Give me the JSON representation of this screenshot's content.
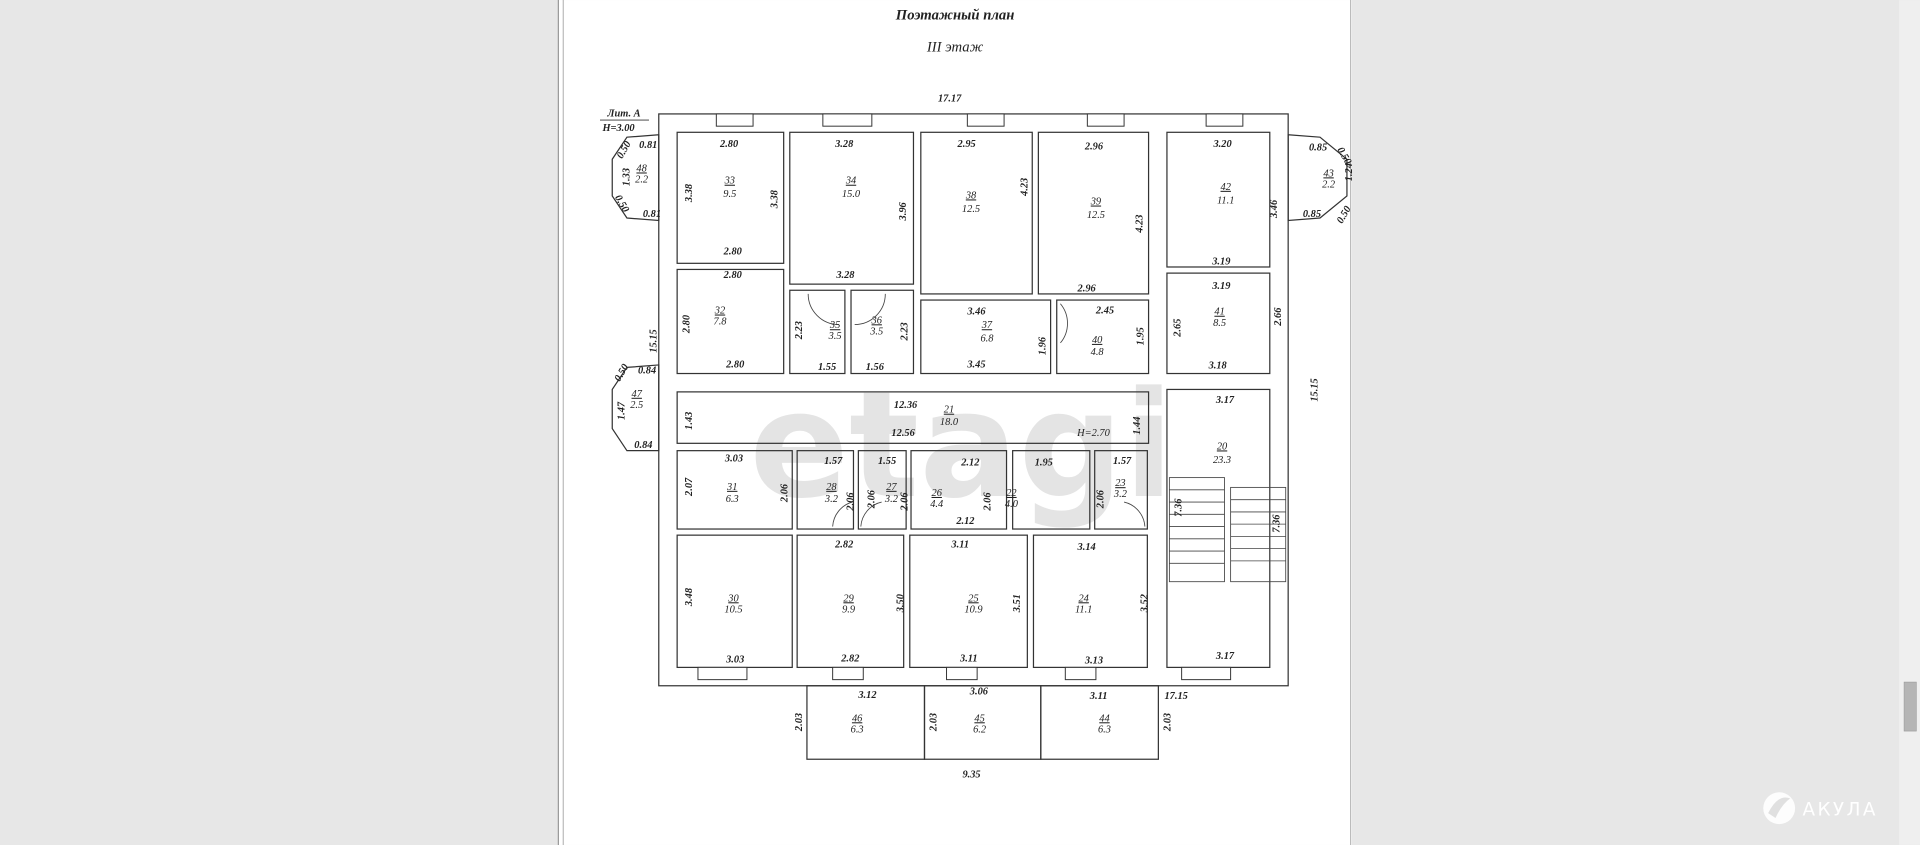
{
  "document": {
    "title": "Поэтажный план",
    "floor": "III этаж",
    "letter": "Лит. А",
    "height": "H=3.00",
    "corridor_height": "H=2.70",
    "watermark": "etagi"
  },
  "rooms": [
    {
      "num": "33",
      "area": "9.5"
    },
    {
      "num": "34",
      "area": "15.0"
    },
    {
      "num": "38",
      "area": "12.5"
    },
    {
      "num": "39",
      "area": "12.5"
    },
    {
      "num": "42",
      "area": "11.1"
    },
    {
      "num": "48",
      "area": "2.2"
    },
    {
      "num": "43",
      "area": "2.2"
    },
    {
      "num": "32",
      "area": "7.8"
    },
    {
      "num": "35",
      "area": "3.5"
    },
    {
      "num": "36",
      "area": "3.5"
    },
    {
      "num": "37",
      "area": "6.8"
    },
    {
      "num": "40",
      "area": "4.8"
    },
    {
      "num": "41",
      "area": "8.5"
    },
    {
      "num": "47",
      "area": "2.5"
    },
    {
      "num": "21",
      "area": "18.0"
    },
    {
      "num": "20",
      "area": "23.3"
    },
    {
      "num": "31",
      "area": "6.3"
    },
    {
      "num": "28",
      "area": "3.2"
    },
    {
      "num": "27",
      "area": "3.2"
    },
    {
      "num": "26",
      "area": "4.4"
    },
    {
      "num": "22",
      "area": "4.0"
    },
    {
      "num": "23",
      "area": "3.2"
    },
    {
      "num": "30",
      "area": "10.5"
    },
    {
      "num": "29",
      "area": "9.9"
    },
    {
      "num": "25",
      "area": "10.9"
    },
    {
      "num": "24",
      "area": "11.1"
    },
    {
      "num": "46",
      "area": "6.3"
    },
    {
      "num": "45",
      "area": "6.2"
    },
    {
      "num": "44",
      "area": "6.3"
    }
  ],
  "dims": [
    "17.17",
    "2.80",
    "3.28",
    "2.95",
    "2.96",
    "3.20",
    "0.81",
    "1.33",
    "0.81",
    "0.85",
    "0.85",
    "1.24",
    "3.38",
    "3.38",
    "3.96",
    "4.23",
    "4.23",
    "3.46",
    "2.80",
    "3.28",
    "2.80",
    "2.96",
    "3.19",
    "3.19",
    "2.80",
    "2.23",
    "2.23",
    "3.46",
    "2.45",
    "1.96",
    "1.95",
    "2.65",
    "2.66",
    "2.80",
    "1.55",
    "1.56",
    "3.45",
    "3.18",
    "15.15",
    "15.15",
    "0.84",
    "1.47",
    "1.43",
    "0.84",
    "12.36",
    "12.56",
    "1.44",
    "3.17",
    "3.03",
    "1.57",
    "1.55",
    "2.12",
    "1.95",
    "1.57",
    "2.07",
    "2.06",
    "2.06",
    "2.06",
    "2.06",
    "2.06",
    "2.06",
    "2.12",
    "7.36",
    "7.36",
    "2.82",
    "3.11",
    "3.14",
    "3.48",
    "3.50",
    "3.51",
    "3.52",
    "3.03",
    "2.82",
    "3.11",
    "3.13",
    "3.17",
    "3.12",
    "3.06",
    "3.11",
    "17.15",
    "2.03",
    "2.03",
    "2.03",
    "9.35",
    "0.50",
    "0.50",
    "0.50",
    "0.50",
    "0.50"
  ],
  "branding": {
    "logo_text": "АКУЛА"
  },
  "colors": {
    "background": "#e7e7e7",
    "page": "#ffffff",
    "ink": "#222222"
  }
}
